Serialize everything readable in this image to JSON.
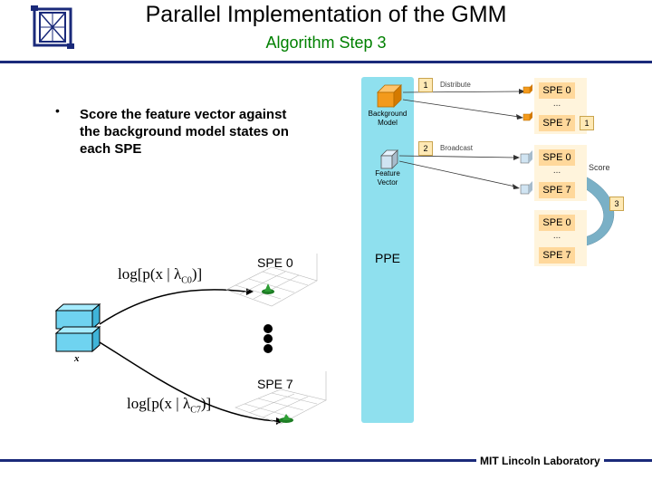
{
  "header": {
    "title": "Parallel Implementation of the GMM",
    "subtitle": "Algorithm Step 3"
  },
  "bullet": {
    "marker": "•",
    "text": "Score the feature vector against the background model states on each SPE"
  },
  "left_diagram": {
    "spe_top_label": "SPE 0",
    "spe_bottom_label": "SPE 7",
    "x_label": "x",
    "formula_top": "log[p(x | λ",
    "formula_top_sub": "C0",
    "formula_end": ")]",
    "formula_bottom_sub": "C7"
  },
  "right_diagram": {
    "ppe_label": "PPE",
    "background_model_label": "Background Model",
    "feature_vector_label": "Feature Vector",
    "distribute_label": "Distribute",
    "broadcast_label": "Broadcast",
    "score_label": "Score",
    "step_numbers": [
      "1",
      "2",
      "1",
      "3"
    ],
    "spe_groups": [
      {
        "first": "SPE 0",
        "last": "SPE 7"
      },
      {
        "first": "SPE 0",
        "last": "SPE 7"
      },
      {
        "first": "SPE 0",
        "last": "SPE 7"
      }
    ],
    "ellipsis": "..."
  },
  "footer": {
    "text": "MIT Lincoln Laboratory"
  },
  "colors": {
    "subtitle": "#008000",
    "rule": "#1a2a7a",
    "ppe_column": "#8fe0ee",
    "spe_box": "#ffd89b",
    "cube_orange": "#f39a1c",
    "cube_blue": "#6fd3f0"
  }
}
